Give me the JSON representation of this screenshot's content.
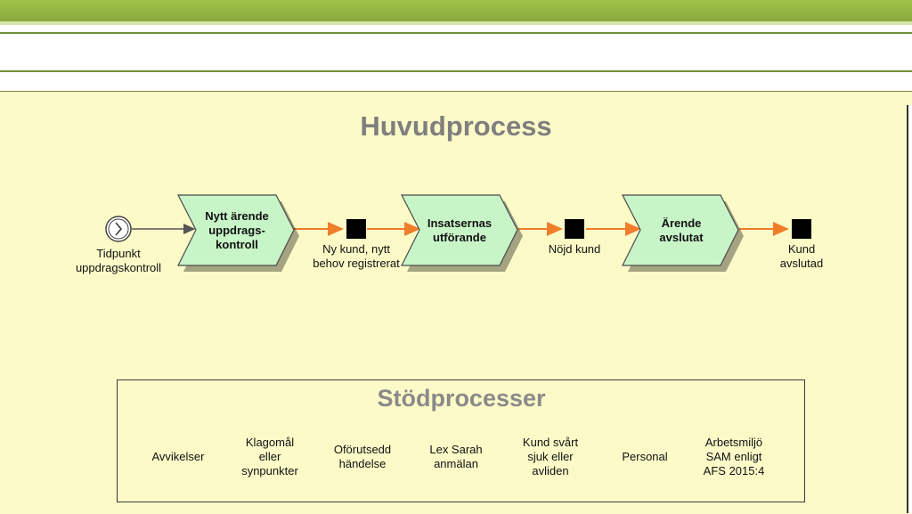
{
  "main": {
    "title": "Huvudprocess",
    "start_event": "Tidpunkt uppdragskontroll",
    "steps": [
      {
        "label": "Nytt ärende uppdrags-kontroll"
      },
      {
        "label": "Insatsernas utförande"
      },
      {
        "label": "Ärende avslutat"
      }
    ],
    "events": [
      {
        "label": "Ny kund, nytt behov registrerat"
      },
      {
        "label": "Nöjd kund"
      },
      {
        "label": "Kund avslutad"
      }
    ]
  },
  "support": {
    "title": "Stödprocesser",
    "items": [
      {
        "label": "Avvikelser",
        "color": "#80f4ff"
      },
      {
        "label": "Klagomål eller synpunkter",
        "color": "#80f4ff"
      },
      {
        "label": "Oförutsedd händelse",
        "color": "#80f4ff"
      },
      {
        "label": "Lex Sarah anmälan",
        "color": "#80f4ff"
      },
      {
        "label": "Kund svårt sjuk eller avliden",
        "color": "#fbc79e"
      },
      {
        "label": "Personal",
        "color": "#fafa00"
      },
      {
        "label": "Arbetsmiljö SAM enligt AFS 2015:4",
        "color": "#c8c8c8"
      }
    ]
  },
  "colors": {
    "step_fill": "#c8f5c8",
    "arrow": "#f07d2a",
    "title_gray": "#7f7f7f"
  }
}
